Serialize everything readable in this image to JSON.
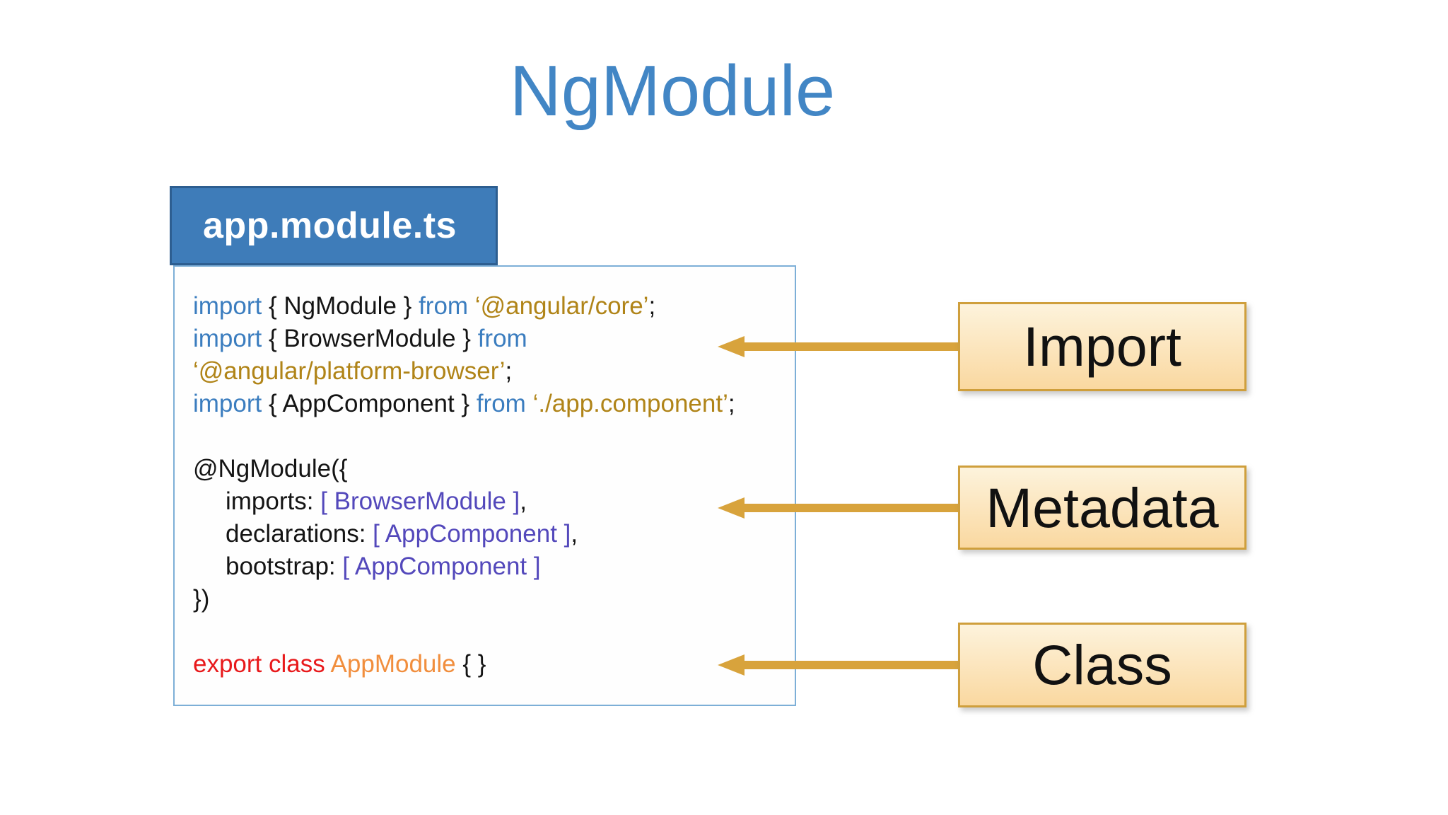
{
  "slide": {
    "title": "NgModule"
  },
  "colors": {
    "title-blue": "#4286c5",
    "tab-bg": "#3e7cb9",
    "tab-border": "#2d5e90",
    "tab-text": "#ffffff",
    "codebox-border": "#7dafd7",
    "code-plain": "#141414",
    "code-keyword": "#3b7dbf",
    "code-string": "#b08418",
    "code-array": "#5348bb",
    "code-export": "#e8191b",
    "code-class": "#f18e3d",
    "arrow-gold": "#d8a33c",
    "box-border": "#cf9f3c",
    "box-grad-top": "#fdf3dc",
    "box-grad-bottom": "#fad8a0",
    "label-text": "#111111"
  },
  "code_panel": {
    "tab_label": "app.module.ts",
    "lines": [
      {
        "indent": false,
        "tokens": [
          {
            "t": "import",
            "c": "kw"
          },
          {
            "t": " { NgModule } ",
            "c": "plain"
          },
          {
            "t": "from",
            "c": "kw"
          },
          {
            "t": " ",
            "c": "plain"
          },
          {
            "t": "‘@angular/core’",
            "c": "str"
          },
          {
            "t": ";",
            "c": "plain"
          }
        ]
      },
      {
        "indent": false,
        "tokens": [
          {
            "t": "import",
            "c": "kw"
          },
          {
            "t": " { BrowserModule } ",
            "c": "plain"
          },
          {
            "t": "from",
            "c": "kw"
          }
        ]
      },
      {
        "indent": false,
        "tokens": [
          {
            "t": "‘@angular/platform-browser’",
            "c": "str"
          },
          {
            "t": ";",
            "c": "plain"
          }
        ]
      },
      {
        "indent": false,
        "tokens": [
          {
            "t": "import",
            "c": "kw"
          },
          {
            "t": " { AppComponent } ",
            "c": "plain"
          },
          {
            "t": "from",
            "c": "kw"
          },
          {
            "t": " ",
            "c": "plain"
          },
          {
            "t": "‘./app.component’",
            "c": "str"
          },
          {
            "t": ";",
            "c": "plain"
          }
        ]
      },
      {
        "indent": false,
        "tokens": []
      },
      {
        "indent": false,
        "tokens": [
          {
            "t": "@NgModule({",
            "c": "plain"
          }
        ]
      },
      {
        "indent": true,
        "tokens": [
          {
            "t": "imports: ",
            "c": "plain"
          },
          {
            "t": "[ BrowserModule ]",
            "c": "arr"
          },
          {
            "t": ",",
            "c": "plain"
          }
        ]
      },
      {
        "indent": true,
        "tokens": [
          {
            "t": "declarations: ",
            "c": "plain"
          },
          {
            "t": "[ AppComponent ]",
            "c": "arr"
          },
          {
            "t": ",",
            "c": "plain"
          }
        ]
      },
      {
        "indent": true,
        "tokens": [
          {
            "t": "bootstrap: ",
            "c": "plain"
          },
          {
            "t": "[ AppComponent ]",
            "c": "arr"
          }
        ]
      },
      {
        "indent": false,
        "tokens": [
          {
            "t": "})",
            "c": "plain"
          }
        ]
      },
      {
        "indent": false,
        "tokens": []
      },
      {
        "indent": false,
        "tokens": [
          {
            "t": "export class",
            "c": "exp"
          },
          {
            "t": " ",
            "c": "plain"
          },
          {
            "t": "AppModule",
            "c": "cls"
          },
          {
            "t": " { }",
            "c": "plain"
          }
        ]
      }
    ]
  },
  "annotations": [
    {
      "label": "Import"
    },
    {
      "label": "Metadata"
    },
    {
      "label": "Class"
    }
  ]
}
